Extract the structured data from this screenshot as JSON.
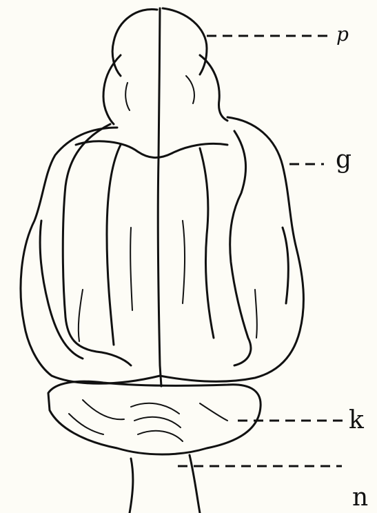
{
  "labels": {
    "p": "p",
    "g": "g",
    "k": "k",
    "n": "n"
  },
  "colors": {
    "ink": "#111111",
    "paper": "#fdfcf6"
  }
}
